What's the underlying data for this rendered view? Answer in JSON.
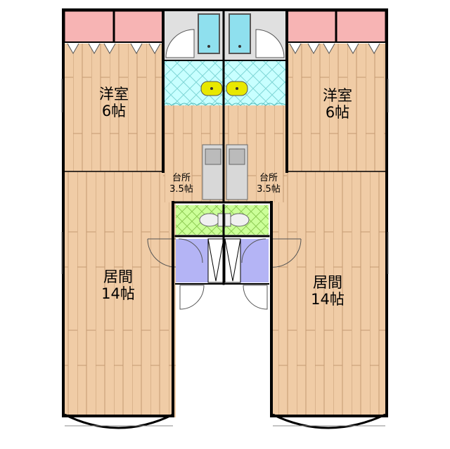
{
  "plan": {
    "rooms": [
      {
        "id": "western-room-left",
        "name": "洋室",
        "size": "6帖"
      },
      {
        "id": "western-room-right",
        "name": "洋室",
        "size": "6帖"
      },
      {
        "id": "kitchen-left",
        "name": "台所",
        "size": "3.5帖"
      },
      {
        "id": "kitchen-right",
        "name": "台所",
        "size": "3.5帖"
      },
      {
        "id": "living-room-left",
        "name": "居間",
        "size": "14帖"
      },
      {
        "id": "living-room-right",
        "name": "居間",
        "size": "14帖"
      }
    ],
    "colors": {
      "wall": "#000000",
      "floor": "#f0cca6",
      "floor_grain": "#c49a72",
      "closet": "#f7b4b4",
      "bathroom": "#c8ffff",
      "toilet": "#ccff99",
      "entrance": "#b4b4f5",
      "tub": "#8fe0ee",
      "tile": "#e0e0e0"
    }
  }
}
